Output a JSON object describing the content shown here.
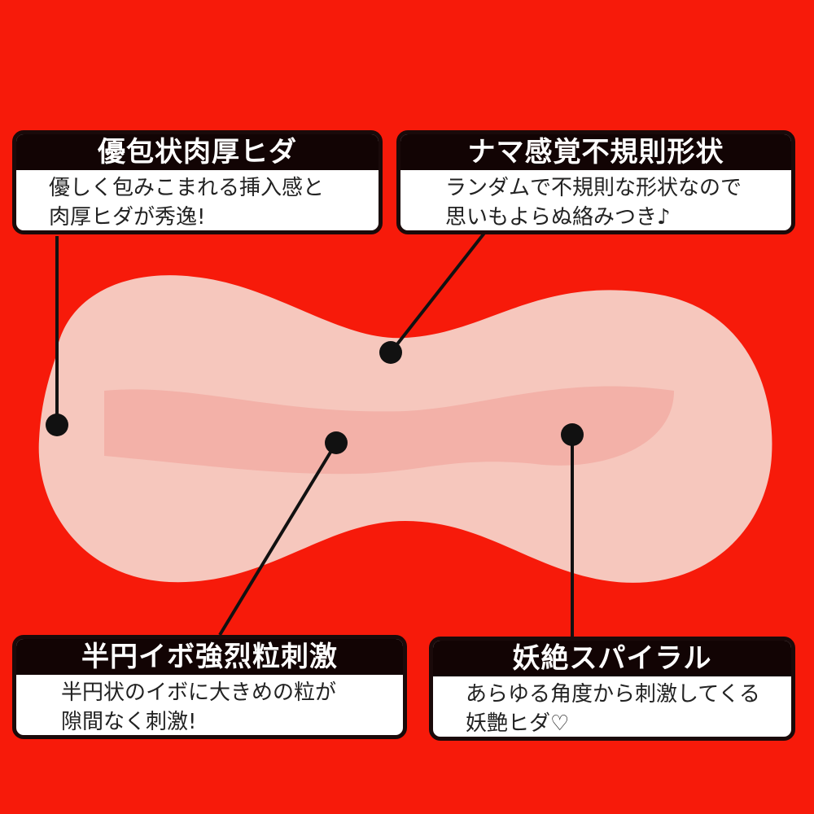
{
  "colors": {
    "background": "#f71a0a",
    "shape": "#f6c7bd",
    "title_bg": "#120404",
    "callout_bg": "#ffffff"
  },
  "callouts": [
    {
      "title": "優包状肉厚ヒダ",
      "lines": [
        "優しく包みこまれる挿入感と",
        "肉厚ヒダが秀逸!"
      ]
    },
    {
      "title": "ナマ感覚不規則形状",
      "lines": [
        "ランダムで不規則な形状なので",
        "思いもよらぬ絡みつき♪"
      ]
    },
    {
      "title": "半円イボ強烈粒刺激",
      "lines": [
        "半円状のイボに大きめの粒が",
        "隙間なく刺激!"
      ]
    },
    {
      "title": "妖絶スパイラル",
      "lines": [
        "あらゆる角度から刺激してくる",
        "妖艶ヒダ♡"
      ]
    }
  ]
}
